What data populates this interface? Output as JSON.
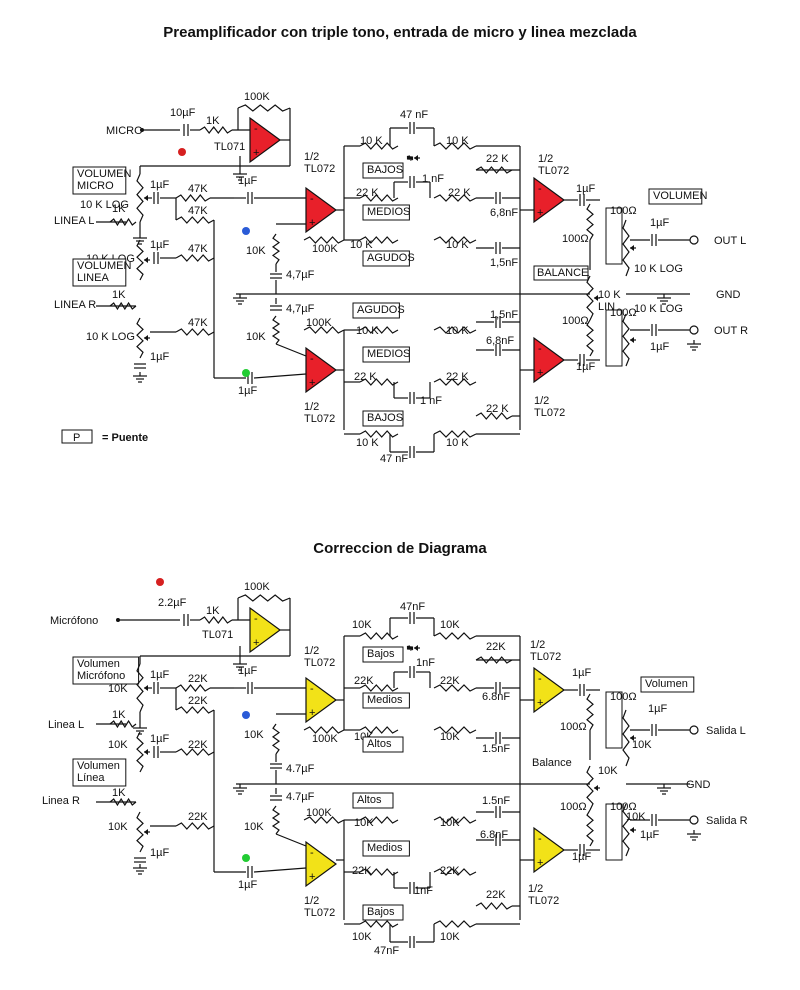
{
  "diagram_top": {
    "title": "Preamplificador con triple tono, entrada de micro y linea mezclada",
    "accent_color": "#e8202a",
    "labels": {
      "micro": "MICRO",
      "c_micro": "10µF",
      "r_micro": "1K",
      "r_fb": "100K",
      "ic1": "TL071",
      "vol_micro": "VOLUMEN\nMICRO",
      "pot_micro": "10 K LOG",
      "c1": "1µF",
      "r47a": "47K",
      "r47b": "47K",
      "linea_l": "LINEA L",
      "r1k_l": "1K",
      "pot_l": "10 K LOG",
      "c_l": "1µF",
      "r47c": "47K",
      "vol_linea": "VOLUMEN\nLINEA",
      "linea_r": "LINEA R",
      "r1k_r": "1K",
      "pot_r": "10 K LOG",
      "r47d": "47K",
      "c_r": "1µF",
      "c_in_top": "1µF",
      "c_in_bot": "1µF",
      "ic_half_top": "1/2\nTL072",
      "ic_half_bot": "1/2\nTL072",
      "r10k_div": "10K",
      "cap47_a": "4,7µF",
      "cap47_b": "4,7µF",
      "r10k_div2": "10K",
      "r100k_top": "100K",
      "r100k_bot": "100K",
      "c47nf_top": "47 nF",
      "c47nf_bot": "47 nF",
      "r10k_a": "10 K",
      "r10k_b": "10 K",
      "bajos": "BAJOS",
      "c1nf": "1 nF",
      "r22k_a": "22 K",
      "r22k_b": "22 K",
      "r22k_c": "22 K",
      "medios": "MEDIOS",
      "c68": "6,8nF",
      "r10k_c": "10 K",
      "r10k_d": "10 K",
      "agudos": "AGUDOS",
      "c15": "1,5nF",
      "ic_out_top": "1/2\nTL072",
      "ic_out_bot": "1/2\nTL072",
      "c_out_top": "1µF",
      "c_out_bot": "1µF",
      "r100_top": "100Ω",
      "r100_bot": "100Ω",
      "balance": "BALANCE",
      "pot_bal": "10 K\nLIN",
      "r100v_top": "100Ω",
      "r100v_bot": "100Ω",
      "volumen": "VOLUMEN",
      "c_vol_l": "1µF",
      "pot_vol_l": "10 K LOG",
      "out_l": "OUT L",
      "gnd": "GND",
      "pot_vol_r": "10 K LOG",
      "c_vol_r": "1µF",
      "out_r": "OUT R",
      "agudos_b": "AGUDOS",
      "c15_b": "1,5nF",
      "r10k_e": "10 K",
      "r10k_f": "10 K",
      "c68_b": "6,8nF",
      "medios_b": "MEDIOS",
      "r22k_d": "22 K",
      "r22k_e": "22 K",
      "c1nf_b": "1 nF",
      "r22k_f": "22 K",
      "bajos_b": "BAJOS",
      "r10k_g": "10 K",
      "r10k_h": "10 K",
      "puente_box": "P",
      "puente": "= Puente"
    }
  },
  "diagram_bottom": {
    "title": "Correccion de Diagrama",
    "accent_color": "#f2e218",
    "labels": {
      "micro": "Micrófono",
      "c_micro": "2.2µF",
      "r_micro": "1K",
      "r_fb": "100K",
      "ic1": "TL071",
      "vol_micro": "Volumen\nMicrófono",
      "pot_micro": "10K",
      "c1": "1µF",
      "r22a": "22K",
      "r22b": "22K",
      "linea_l": "Linea L",
      "r1k_l": "1K",
      "pot_l": "10K",
      "c_l": "1µF",
      "r22c": "22K",
      "vol_linea": "Volumen\nLínea",
      "linea_r": "Linea R",
      "r1k_r": "1K",
      "pot_r": "10K",
      "r22d": "22K",
      "c_r": "1µF",
      "c_in_top": "1µF",
      "c_in_bot": "1µF",
      "ic_half_top": "1/2\nTL072",
      "ic_half_bot": "1/2\nTL072",
      "r10k_div": "10K",
      "cap47_a": "4.7µF",
      "cap47_b": "4.7µF",
      "r10k_div2": "10K",
      "r100k_top": "100K",
      "r100k_bot": "100K",
      "c47nf_top": "47nF",
      "c47nf_bot": "47nF",
      "r10k_a": "10K",
      "r10k_b": "10K",
      "bajos": "Bajos",
      "c1nf": "1nF",
      "r22k_a": "22K",
      "r22k_b": "22K",
      "r22k_c": "22K",
      "medios": "Medios",
      "c68": "6.8nF",
      "r10k_c": "10K",
      "r10k_d": "10K",
      "altos": "Altos",
      "c15": "1.5nF",
      "ic_out_top": "1/2\nTL072",
      "ic_out_bot": "1/2\nTL072",
      "c_out_top": "1µF",
      "c_out_bot": "1µF",
      "r100_top": "100Ω",
      "r100_bot": "100Ω",
      "balance": "Balance",
      "pot_bal": "10K",
      "r100v_top": "100Ω",
      "r100v_bot": "100Ω",
      "volumen": "Volumen",
      "c_vol_l": "1µF",
      "pot_vol_l": "10K",
      "out_l": "Salida L",
      "gnd": "GND",
      "pot_vol_r": "10K",
      "c_vol_r": "1µF",
      "out_r": "Salida R",
      "altos_b": "Altos",
      "c15_b": "1.5nF",
      "r10k_e": "10K",
      "r10k_f": "10K",
      "c68_b": "6.8nF",
      "medios_b": "Medios",
      "r22k_d": "22K",
      "r22k_e": "22K",
      "c1nf_b": "1nF",
      "r22k_f": "22K",
      "bajos_b": "Bajos",
      "r10k_g": "10K",
      "r10k_h": "10K"
    }
  },
  "markers": {
    "red": "#d62020",
    "blue": "#2a5bd7",
    "green": "#22cc33"
  }
}
